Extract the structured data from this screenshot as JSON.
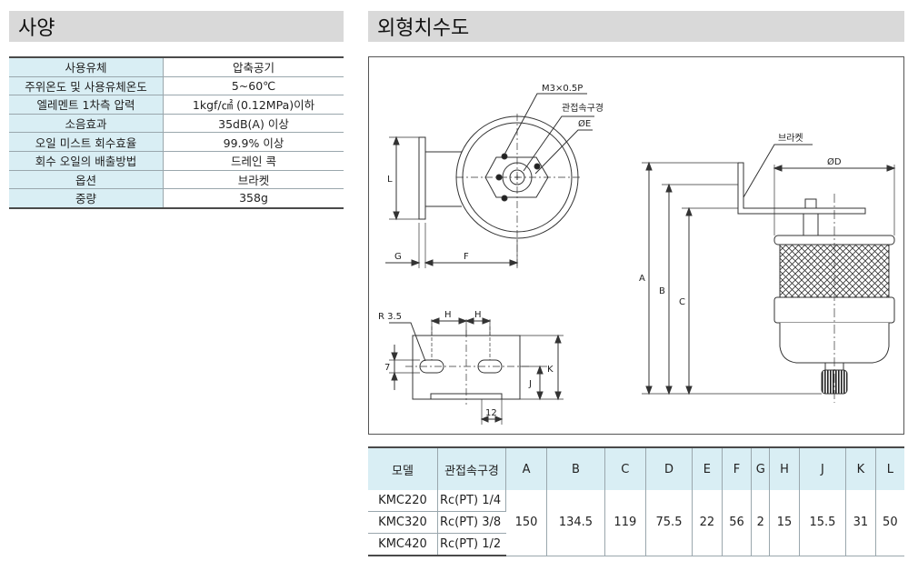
{
  "sections": {
    "spec_title": "사양",
    "dim_title": "외형치수도"
  },
  "spec": [
    {
      "key": "사용유체",
      "value": "압축공기"
    },
    {
      "key": "주위온도 및 사용유체온도",
      "value": "5~60℃"
    },
    {
      "key": "엘레멘트 1차측 압력",
      "value": "1kgf/㎠ (0.12MPa)이하"
    },
    {
      "key": "소음효과",
      "value": "35dB(A) 이상"
    },
    {
      "key": "오일 미스트 회수효율",
      "value": "99.9% 이상"
    },
    {
      "key": "회수 오일의 배출방법",
      "value": "드레인 콕"
    },
    {
      "key": "옵션",
      "value": "브라켓"
    },
    {
      "key": "중량",
      "value": "358g"
    }
  ],
  "drawing": {
    "labels": {
      "m3": "M3×0.5P",
      "port": "관접속구경",
      "phi_e": "ØE",
      "L": "L",
      "G": "G",
      "F": "F",
      "bracket": "브라켓",
      "phi_d": "ØD",
      "A": "A",
      "B": "B",
      "C": "C",
      "r35": "R 3.5",
      "H1": "H",
      "H2": "H",
      "seven": "7",
      "J": "J",
      "K": "K",
      "twelve": "12"
    }
  },
  "models": {
    "headers": [
      "모델",
      "관접속구경",
      "A",
      "B",
      "C",
      "D",
      "E",
      "F",
      "G",
      "H",
      "J",
      "K",
      "L"
    ],
    "rows": [
      {
        "model": "KMC220",
        "port": "Rc(PT) 1/4"
      },
      {
        "model": "KMC320",
        "port": "Rc(PT) 3/8"
      },
      {
        "model": "KMC420",
        "port": "Rc(PT) 1/2"
      }
    ],
    "shared": [
      "150",
      "134.5",
      "119",
      "75.5",
      "22",
      "56",
      "2",
      "15",
      "15.5",
      "31",
      "50"
    ]
  }
}
